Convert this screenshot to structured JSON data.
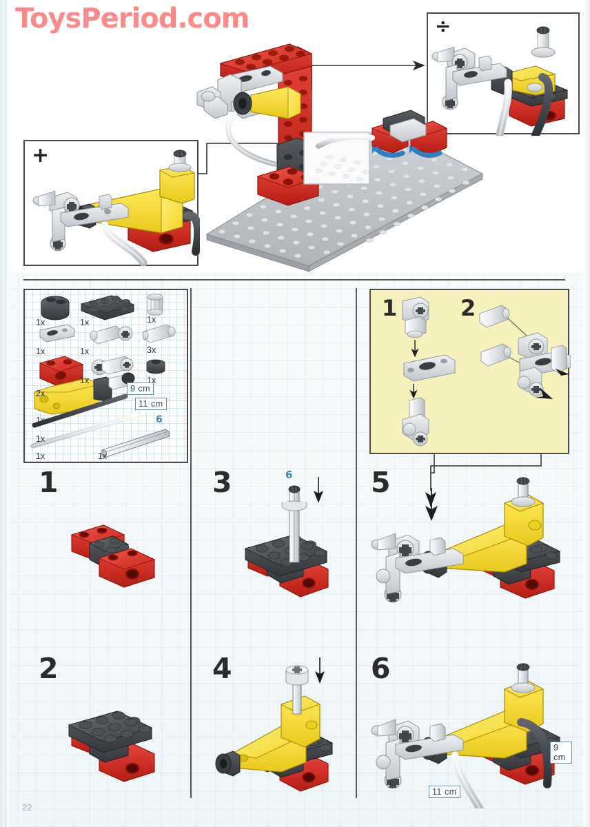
{
  "watermark": "ToysPeriod.com",
  "page_number": "22",
  "callouts": {
    "plus_symbol": "+",
    "divide_symbol": "÷"
  },
  "parts_list": {
    "items": [
      {
        "name": "technic-brick-round-dark-gray",
        "qty": "1x"
      },
      {
        "name": "plate-2x4-dark-gray",
        "qty": "1x"
      },
      {
        "name": "pneumatic-t-piece",
        "qty": "1x"
      },
      {
        "name": "technic-beam-light-gray",
        "qty": "1x"
      },
      {
        "name": "pneumatic-connector-with-axle",
        "qty": "1x"
      },
      {
        "name": "technic-pin-light-gray",
        "qty": "3x"
      },
      {
        "name": "brick-1x2-with-hole-red",
        "qty": "2x"
      },
      {
        "name": "pneumatic-valve-connector",
        "qty": "1x"
      },
      {
        "name": "technic-bush-dark-gray",
        "qty": "1x"
      },
      {
        "name": "pneumatic-cylinder-yellow",
        "qty": "1x"
      },
      {
        "name": "pneumatic-hose-dark-gray",
        "qty": "1x"
      },
      {
        "name": "pneumatic-hose-light-gray",
        "qty": "1x"
      },
      {
        "name": "technic-axle-6",
        "qty": "1x"
      }
    ],
    "measure_9cm": "9 cm",
    "measure_11cm": "11 cm",
    "axle_length_label": "6"
  },
  "subassembly": {
    "step_labels": [
      "1",
      "2"
    ]
  },
  "steps": [
    {
      "number": "1"
    },
    {
      "number": "2"
    },
    {
      "number": "3",
      "axle_label": "6"
    },
    {
      "number": "4"
    },
    {
      "number": "5"
    },
    {
      "number": "6",
      "measure_9cm": "9 cm",
      "measure_11cm": "11 cm"
    }
  ],
  "colors": {
    "lego_red": "#d52b1e",
    "lego_yellow": "#f2d92b",
    "lego_dark_gray": "#414449",
    "lego_light_gray": "#d6d9dc",
    "baseplate_gray": "#bcc0c4",
    "watermark_pink": "#fb8b8b",
    "yellow_panel": "#f7f2bd",
    "frame_stroke": "#4a4a4a",
    "blue_accent": "#3f88b5"
  }
}
